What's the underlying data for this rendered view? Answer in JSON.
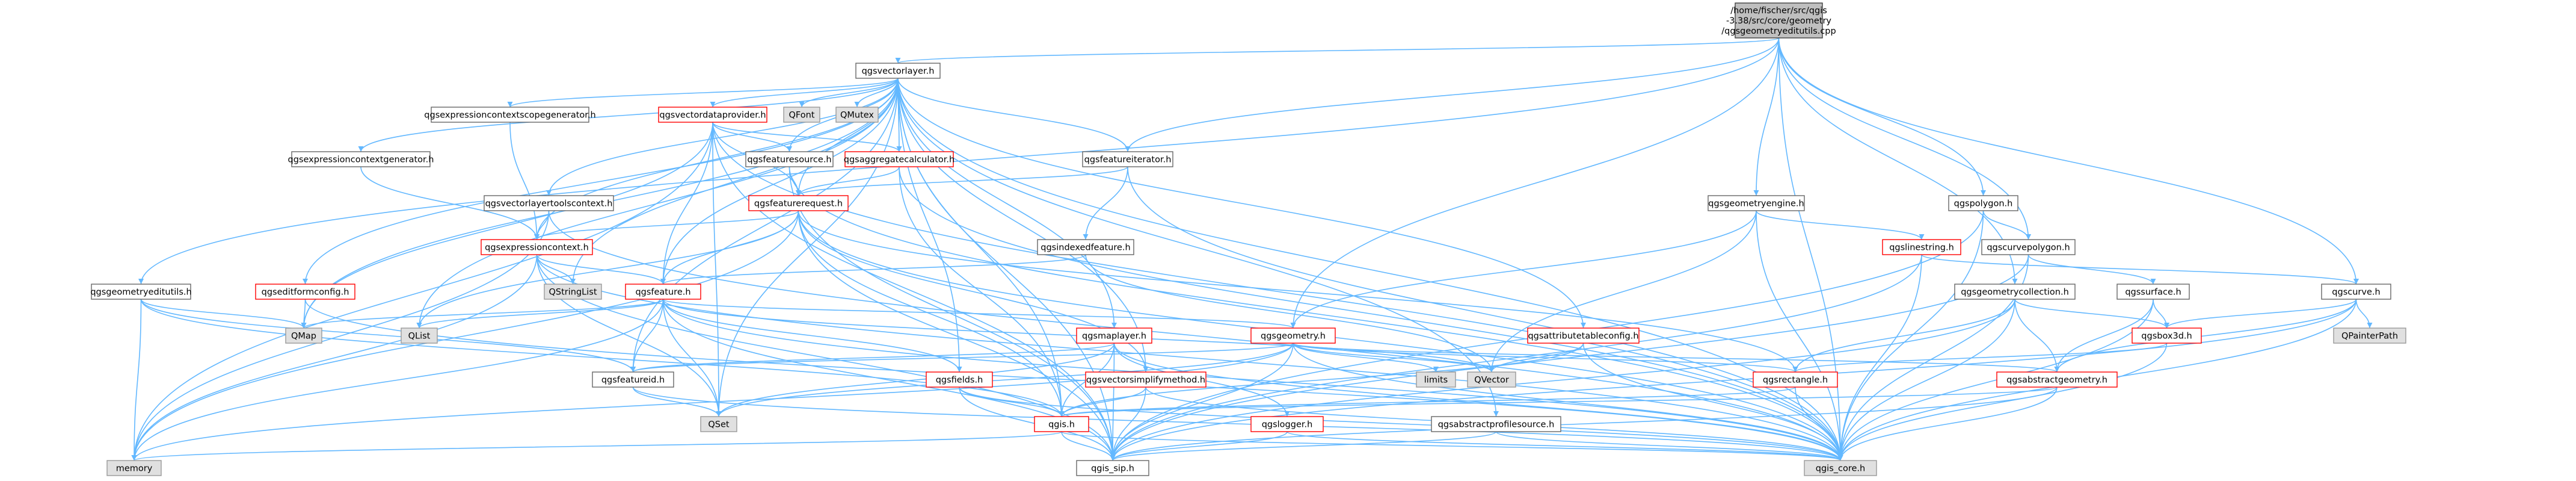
{
  "colors": {
    "root_fill": "#bfbfbf",
    "root_stroke": "#404040",
    "normal_fill": "#ffffff",
    "normal_stroke": "#666666",
    "red_stroke": "#ff0000",
    "gray_fill": "#e0e0e0",
    "gray_stroke": "#999999",
    "edge": "#63b8ff"
  },
  "nodes": [
    {
      "id": "root",
      "kind": "root",
      "lines": [
        "/home/fischer/src/qgis",
        "-3.38/src/core/geometry",
        "/qgsgeometryeditutils.cpp"
      ]
    },
    {
      "id": "vectorlayer",
      "kind": "normal",
      "lines": [
        "qgsvectorlayer.h"
      ]
    },
    {
      "id": "exprscopegen",
      "kind": "normal",
      "lines": [
        "qgsexpressioncontextscopegenerator.h"
      ]
    },
    {
      "id": "vectordataprovider",
      "kind": "red",
      "lines": [
        "qgsvectordataprovider.h"
      ]
    },
    {
      "id": "qfont",
      "kind": "gray",
      "lines": [
        "QFont"
      ]
    },
    {
      "id": "qmutex",
      "kind": "gray",
      "lines": [
        "QMutex"
      ]
    },
    {
      "id": "exprcontextgen",
      "kind": "normal",
      "lines": [
        "qgsexpressioncontextgenerator.h"
      ]
    },
    {
      "id": "featuresource",
      "kind": "normal",
      "lines": [
        "qgsfeaturesource.h"
      ]
    },
    {
      "id": "aggregatecalc",
      "kind": "red",
      "lines": [
        "qgsaggregatecalculator.h"
      ]
    },
    {
      "id": "featureiterator",
      "kind": "normal",
      "lines": [
        "qgsfeatureiterator.h"
      ]
    },
    {
      "id": "featurerequest",
      "kind": "red",
      "lines": [
        "qgsfeaturerequest.h"
      ]
    },
    {
      "id": "vlayertoolscontext",
      "kind": "normal",
      "lines": [
        "qgsvectorlayertoolscontext.h"
      ]
    },
    {
      "id": "exprcontext",
      "kind": "red",
      "lines": [
        "qgsexpressioncontext.h"
      ]
    },
    {
      "id": "qstringlist",
      "kind": "gray",
      "lines": [
        "QStringList"
      ]
    },
    {
      "id": "indexedfeature",
      "kind": "normal",
      "lines": [
        "qgsindexedfeature.h"
      ]
    },
    {
      "id": "geometryengine",
      "kind": "normal",
      "lines": [
        "qgsgeometryengine.h"
      ]
    },
    {
      "id": "polygon",
      "kind": "normal",
      "lines": [
        "qgspolygon.h"
      ]
    },
    {
      "id": "linestring",
      "kind": "red",
      "lines": [
        "qgslinestring.h"
      ]
    },
    {
      "id": "curvepolygon",
      "kind": "normal",
      "lines": [
        "qgscurvepolygon.h"
      ]
    },
    {
      "id": "geomeditutils",
      "kind": "normal",
      "lines": [
        "qgsgeometryeditutils.h"
      ]
    },
    {
      "id": "editformconfig",
      "kind": "red",
      "lines": [
        "qgseditformconfig.h"
      ]
    },
    {
      "id": "feature",
      "kind": "red",
      "lines": [
        "qgsfeature.h"
      ]
    },
    {
      "id": "geomcollection",
      "kind": "normal",
      "lines": [
        "qgsgeometrycollection.h"
      ]
    },
    {
      "id": "surface",
      "kind": "normal",
      "lines": [
        "qgssurface.h"
      ]
    },
    {
      "id": "curve",
      "kind": "normal",
      "lines": [
        "qgscurve.h"
      ]
    },
    {
      "id": "qmap",
      "kind": "gray",
      "lines": [
        "QMap"
      ]
    },
    {
      "id": "qlist",
      "kind": "gray",
      "lines": [
        "QList"
      ]
    },
    {
      "id": "maplayer",
      "kind": "red",
      "lines": [
        "qgsmaplayer.h"
      ]
    },
    {
      "id": "geometry",
      "kind": "red",
      "lines": [
        "qgsgeometry.h"
      ]
    },
    {
      "id": "attrtableconfig",
      "kind": "red",
      "lines": [
        "qgsattributetableconfig.h"
      ]
    },
    {
      "id": "box3d",
      "kind": "red",
      "lines": [
        "qgsbox3d.h"
      ]
    },
    {
      "id": "qpainterpath",
      "kind": "gray",
      "lines": [
        "QPainterPath"
      ]
    },
    {
      "id": "limits",
      "kind": "gray",
      "lines": [
        "limits"
      ]
    },
    {
      "id": "qvector",
      "kind": "gray",
      "lines": [
        "QVector"
      ]
    },
    {
      "id": "featureid",
      "kind": "normal",
      "lines": [
        "qgsfeatureid.h"
      ]
    },
    {
      "id": "fields",
      "kind": "red",
      "lines": [
        "qgsfields.h"
      ]
    },
    {
      "id": "simplifymethod",
      "kind": "red",
      "lines": [
        "qgsvectorsimplifymethod.h"
      ]
    },
    {
      "id": "rectangle",
      "kind": "red",
      "lines": [
        "qgsrectangle.h"
      ]
    },
    {
      "id": "abstractgeom",
      "kind": "red",
      "lines": [
        "qgsabstractgeometry.h"
      ]
    },
    {
      "id": "qset",
      "kind": "gray",
      "lines": [
        "QSet"
      ]
    },
    {
      "id": "qgs",
      "kind": "red",
      "lines": [
        "qgis.h"
      ]
    },
    {
      "id": "logger",
      "kind": "red",
      "lines": [
        "qgslogger.h"
      ]
    },
    {
      "id": "profilesource",
      "kind": "normal",
      "lines": [
        "qgsabstractprofilesource.h"
      ]
    },
    {
      "id": "memory",
      "kind": "gray",
      "lines": [
        "memory"
      ]
    },
    {
      "id": "qgissip",
      "kind": "normal",
      "lines": [
        "qgis_sip.h"
      ]
    },
    {
      "id": "qgiscore",
      "kind": "gray",
      "lines": [
        "qgis_core.h"
      ]
    }
  ],
  "edges": [
    [
      "root",
      "vectorlayer"
    ],
    [
      "root",
      "geomeditutils"
    ],
    [
      "root",
      "featureiterator"
    ],
    [
      "root",
      "geometryengine"
    ],
    [
      "root",
      "polygon"
    ],
    [
      "root",
      "curvepolygon"
    ],
    [
      "root",
      "geomcollection"
    ],
    [
      "root",
      "curve"
    ],
    [
      "root",
      "geometry"
    ],
    [
      "root",
      "qgiscore"
    ],
    [
      "vectorlayer",
      "exprscopegen"
    ],
    [
      "vectorlayer",
      "vectordataprovider"
    ],
    [
      "vectorlayer",
      "qfont"
    ],
    [
      "vectorlayer",
      "qmutex"
    ],
    [
      "vectorlayer",
      "exprcontextgen"
    ],
    [
      "vectorlayer",
      "featuresource"
    ],
    [
      "vectorlayer",
      "aggregatecalc"
    ],
    [
      "vectorlayer",
      "featureiterator"
    ],
    [
      "vectorlayer",
      "featurerequest"
    ],
    [
      "vectorlayer",
      "vlayertoolscontext"
    ],
    [
      "vectorlayer",
      "exprcontext"
    ],
    [
      "vectorlayer",
      "editformconfig"
    ],
    [
      "vectorlayer",
      "feature"
    ],
    [
      "vectorlayer",
      "maplayer"
    ],
    [
      "vectorlayer",
      "attrtableconfig"
    ],
    [
      "vectorlayer",
      "fields"
    ],
    [
      "vectorlayer",
      "qmap"
    ],
    [
      "vectorlayer",
      "qlist"
    ],
    [
      "vectorlayer",
      "qset"
    ],
    [
      "vectorlayer",
      "qstringlist"
    ],
    [
      "vectorlayer",
      "qgiscore"
    ],
    [
      "vectorlayer",
      "qgs"
    ],
    [
      "vectorlayer",
      "qgissip"
    ],
    [
      "vectorlayer",
      "profilesource"
    ],
    [
      "vectorlayer",
      "simplifymethod"
    ],
    [
      "vectorlayer",
      "featureid"
    ],
    [
      "exprscopegen",
      "exprcontext"
    ],
    [
      "vectordataprovider",
      "featuresource"
    ],
    [
      "vectordataprovider",
      "aggregatecalc"
    ],
    [
      "vectordataprovider",
      "feature"
    ],
    [
      "vectordataprovider",
      "featurerequest"
    ],
    [
      "vectordataprovider",
      "qset"
    ],
    [
      "vectordataprovider",
      "qgiscore"
    ],
    [
      "vectordataprovider",
      "qgissip"
    ],
    [
      "vectordataprovider",
      "qmap"
    ],
    [
      "vectordataprovider",
      "memory"
    ],
    [
      "exprcontextgen",
      "exprcontext"
    ],
    [
      "featuresource",
      "featurerequest"
    ],
    [
      "featuresource",
      "qgiscore"
    ],
    [
      "featuresource",
      "qgissip"
    ],
    [
      "aggregatecalc",
      "featurerequest"
    ],
    [
      "aggregatecalc",
      "qgiscore"
    ],
    [
      "aggregatecalc",
      "qgs"
    ],
    [
      "featureiterator",
      "featurerequest"
    ],
    [
      "featureiterator",
      "indexedfeature"
    ],
    [
      "featureiterator",
      "qgiscore"
    ],
    [
      "featurerequest",
      "exprcontext"
    ],
    [
      "featurerequest",
      "feature"
    ],
    [
      "featurerequest",
      "rectangle"
    ],
    [
      "featurerequest",
      "simplifymethod"
    ],
    [
      "featurerequest",
      "qgiscore"
    ],
    [
      "featurerequest",
      "qgissip"
    ],
    [
      "featurerequest",
      "qgs"
    ],
    [
      "featurerequest",
      "memory"
    ],
    [
      "featurerequest",
      "qlist"
    ],
    [
      "vlayertoolscontext",
      "exprcontext"
    ],
    [
      "vlayertoolscontext",
      "qgiscore"
    ],
    [
      "vlayertoolscontext",
      "memory"
    ],
    [
      "exprcontext",
      "qstringlist"
    ],
    [
      "exprcontext",
      "feature"
    ],
    [
      "exprcontext",
      "qgiscore"
    ],
    [
      "exprcontext",
      "qgissip"
    ],
    [
      "exprcontext",
      "qset"
    ],
    [
      "exprcontext",
      "memory"
    ],
    [
      "indexedfeature",
      "feature"
    ],
    [
      "indexedfeature",
      "qvector"
    ],
    [
      "geometryengine",
      "linestring"
    ],
    [
      "geometryengine",
      "geometry"
    ],
    [
      "geometryengine",
      "qgiscore"
    ],
    [
      "geometryengine",
      "qvector"
    ],
    [
      "polygon",
      "curvepolygon"
    ],
    [
      "polygon",
      "qgiscore"
    ],
    [
      "polygon",
      "qgissip"
    ],
    [
      "linestring",
      "curve"
    ],
    [
      "linestring",
      "qgiscore"
    ],
    [
      "linestring",
      "qgissip"
    ],
    [
      "curvepolygon",
      "surface"
    ],
    [
      "curvepolygon",
      "qgiscore"
    ],
    [
      "curvepolygon",
      "qgissip"
    ],
    [
      "geomeditutils",
      "featureid"
    ],
    [
      "geomeditutils",
      "qmap"
    ],
    [
      "geomeditutils",
      "memory"
    ],
    [
      "geomeditutils",
      "qgs"
    ],
    [
      "editformconfig",
      "qmap"
    ],
    [
      "editformconfig",
      "qgiscore"
    ],
    [
      "feature",
      "qmap"
    ],
    [
      "feature",
      "qlist"
    ],
    [
      "feature",
      "geometry"
    ],
    [
      "feature",
      "fields"
    ],
    [
      "feature",
      "featureid"
    ],
    [
      "feature",
      "qset"
    ],
    [
      "feature",
      "qvector"
    ],
    [
      "feature",
      "qgiscore"
    ],
    [
      "feature",
      "qgissip"
    ],
    [
      "feature",
      "memory"
    ],
    [
      "geomcollection",
      "abstractgeom"
    ],
    [
      "geomcollection",
      "rectangle"
    ],
    [
      "geomcollection",
      "box3d"
    ],
    [
      "geomcollection",
      "qgiscore"
    ],
    [
      "geomcollection",
      "qgissip"
    ],
    [
      "surface",
      "abstractgeom"
    ],
    [
      "surface",
      "box3d"
    ],
    [
      "surface",
      "qgiscore"
    ],
    [
      "curve",
      "abstractgeom"
    ],
    [
      "curve",
      "box3d"
    ],
    [
      "curve",
      "qpainterpath"
    ],
    [
      "curve",
      "qgiscore"
    ],
    [
      "curve",
      "qgissip"
    ],
    [
      "maplayer",
      "qgs"
    ],
    [
      "maplayer",
      "logger"
    ],
    [
      "maplayer",
      "featureid"
    ],
    [
      "maplayer",
      "qset"
    ],
    [
      "maplayer",
      "qgiscore"
    ],
    [
      "maplayer",
      "qgissip"
    ],
    [
      "geometry",
      "abstractgeom"
    ],
    [
      "geometry",
      "rectangle"
    ],
    [
      "geometry",
      "limits"
    ],
    [
      "geometry",
      "qvector"
    ],
    [
      "geometry",
      "qset"
    ],
    [
      "geometry",
      "featureid"
    ],
    [
      "geometry",
      "qgiscore"
    ],
    [
      "geometry",
      "qgissip"
    ],
    [
      "geometry",
      "memory"
    ],
    [
      "attrtableconfig",
      "qgiscore"
    ],
    [
      "attrtableconfig",
      "qgs"
    ],
    [
      "attrtableconfig",
      "qvector"
    ],
    [
      "box3d",
      "rectangle"
    ],
    [
      "box3d",
      "qgiscore"
    ],
    [
      "featureid",
      "qset"
    ],
    [
      "featureid",
      "qgiscore"
    ],
    [
      "fields",
      "qgs"
    ],
    [
      "fields",
      "qgiscore"
    ],
    [
      "fields",
      "qgissip"
    ],
    [
      "simplifymethod",
      "qgs"
    ],
    [
      "simplifymethod",
      "qgiscore"
    ],
    [
      "simplifymethod",
      "qgissip"
    ],
    [
      "rectangle",
      "qgiscore"
    ],
    [
      "rectangle",
      "qgs"
    ],
    [
      "abstractgeom",
      "qgiscore"
    ],
    [
      "abstractgeom",
      "qgs"
    ],
    [
      "abstractgeom",
      "qgissip"
    ],
    [
      "qgs",
      "qgissip"
    ],
    [
      "qgs",
      "qgiscore"
    ],
    [
      "qgs",
      "memory"
    ],
    [
      "logger",
      "qgissip"
    ],
    [
      "logger",
      "qgiscore"
    ],
    [
      "profilesource",
      "qgissip"
    ],
    [
      "profilesource",
      "qgiscore"
    ]
  ]
}
